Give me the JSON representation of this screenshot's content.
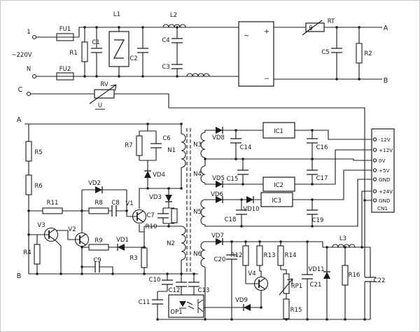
{
  "figure": {
    "type": "circuit-schematic",
    "ink": "#1a1a1a",
    "background": "#ffffff"
  },
  "labels": {
    "t1": "1",
    "vac": "~220V",
    "tn": "N",
    "fu1": "FU1",
    "fu2": "FU2",
    "l1": "L1",
    "r1": "R1",
    "c1": "C1",
    "c2": "C2",
    "l2": "L2",
    "c4": "C4",
    "c3": "C3",
    "br_ac": "~",
    "br_plus": "+",
    "br_minus": "−",
    "theta": "θ",
    "rt": "RT",
    "c5": "C5",
    "r2": "R2",
    "a1": "A",
    "b1": "B",
    "ct": "C",
    "rv": "RV",
    "u": "U",
    "a2": "A",
    "b2": "B",
    "r5": "R5",
    "r6": "R6",
    "r11": "R11",
    "vd2": "VD2",
    "r8": "R8",
    "c8": "C8",
    "v1": "V1",
    "v2": "V2",
    "v3": "V3",
    "r4": "R4",
    "r9": "R9",
    "vd1": "VD1",
    "r3": "R3",
    "c9": "C9",
    "r7": "R7",
    "c6": "C6",
    "vd4": "VD4",
    "n1": "N1",
    "vd3": "VD3",
    "c7": "C7",
    "r10": "R10",
    "n2": "N2",
    "c10": "C10",
    "c11": "C11",
    "c12": "C12",
    "c13": "C13",
    "op1": "OP1",
    "n3": "N3",
    "vd8": "VD8",
    "c14": "C14",
    "ic1": "IC1",
    "c16": "C16",
    "n4": "N4",
    "vd5": "VD5",
    "c15": "C15",
    "ic2": "IC2",
    "c17": "C17",
    "n5": "N5",
    "vd6": "VD6",
    "vd10": "VD10",
    "c18": "C18",
    "ic3": "IC3",
    "c19": "C19",
    "vd7": "VD7",
    "n6": "N6",
    "c20": "C20",
    "r12": "R12",
    "r13": "R13",
    "r14": "R14",
    "v4": "V4",
    "rp1": "RP1",
    "vd9": "VD9",
    "r15": "R15",
    "c21": "C21",
    "vd11": "VD11",
    "r16": "R16",
    "l3": "L3",
    "c22": "C22"
  },
  "connector": {
    "name": "CN1",
    "pins": [
      "-12V",
      "+12V",
      "0V",
      "+5V",
      "GND",
      "+24V",
      "GND"
    ]
  }
}
